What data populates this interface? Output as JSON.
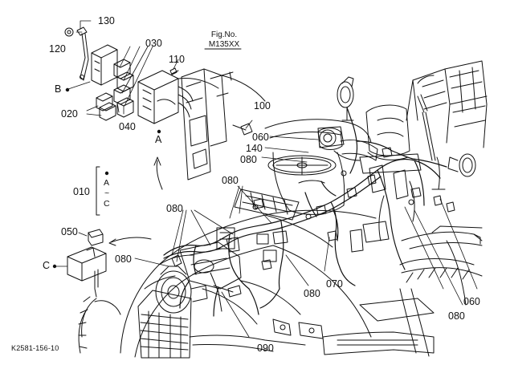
{
  "diagram": {
    "fig_title": "Fig.No.",
    "fig_number": "M135XX",
    "drawing_code": "K2581-156-10",
    "callouts": {
      "p010": "010",
      "p020": "020",
      "p030": "030",
      "p040": "040",
      "p050": "050",
      "p060_top": "060",
      "p060_right": "060",
      "p070": "070",
      "p080_top": "080",
      "p080_left": "080",
      "p080_front": "080",
      "p080_center": "080",
      "p080_right": "080",
      "p080_bottom_mid": "080",
      "p090": "090",
      "p100": "100",
      "p110": "110",
      "p120": "120",
      "p130": "130",
      "p140": "140"
    },
    "detail_marks": {
      "a": "A",
      "b": "B",
      "c": "C",
      "range_start": "A",
      "range_tilde": "~",
      "range_end": "C",
      "arrow_a": "A"
    }
  },
  "colors": {
    "line": "#111111",
    "background": "#ffffff"
  }
}
